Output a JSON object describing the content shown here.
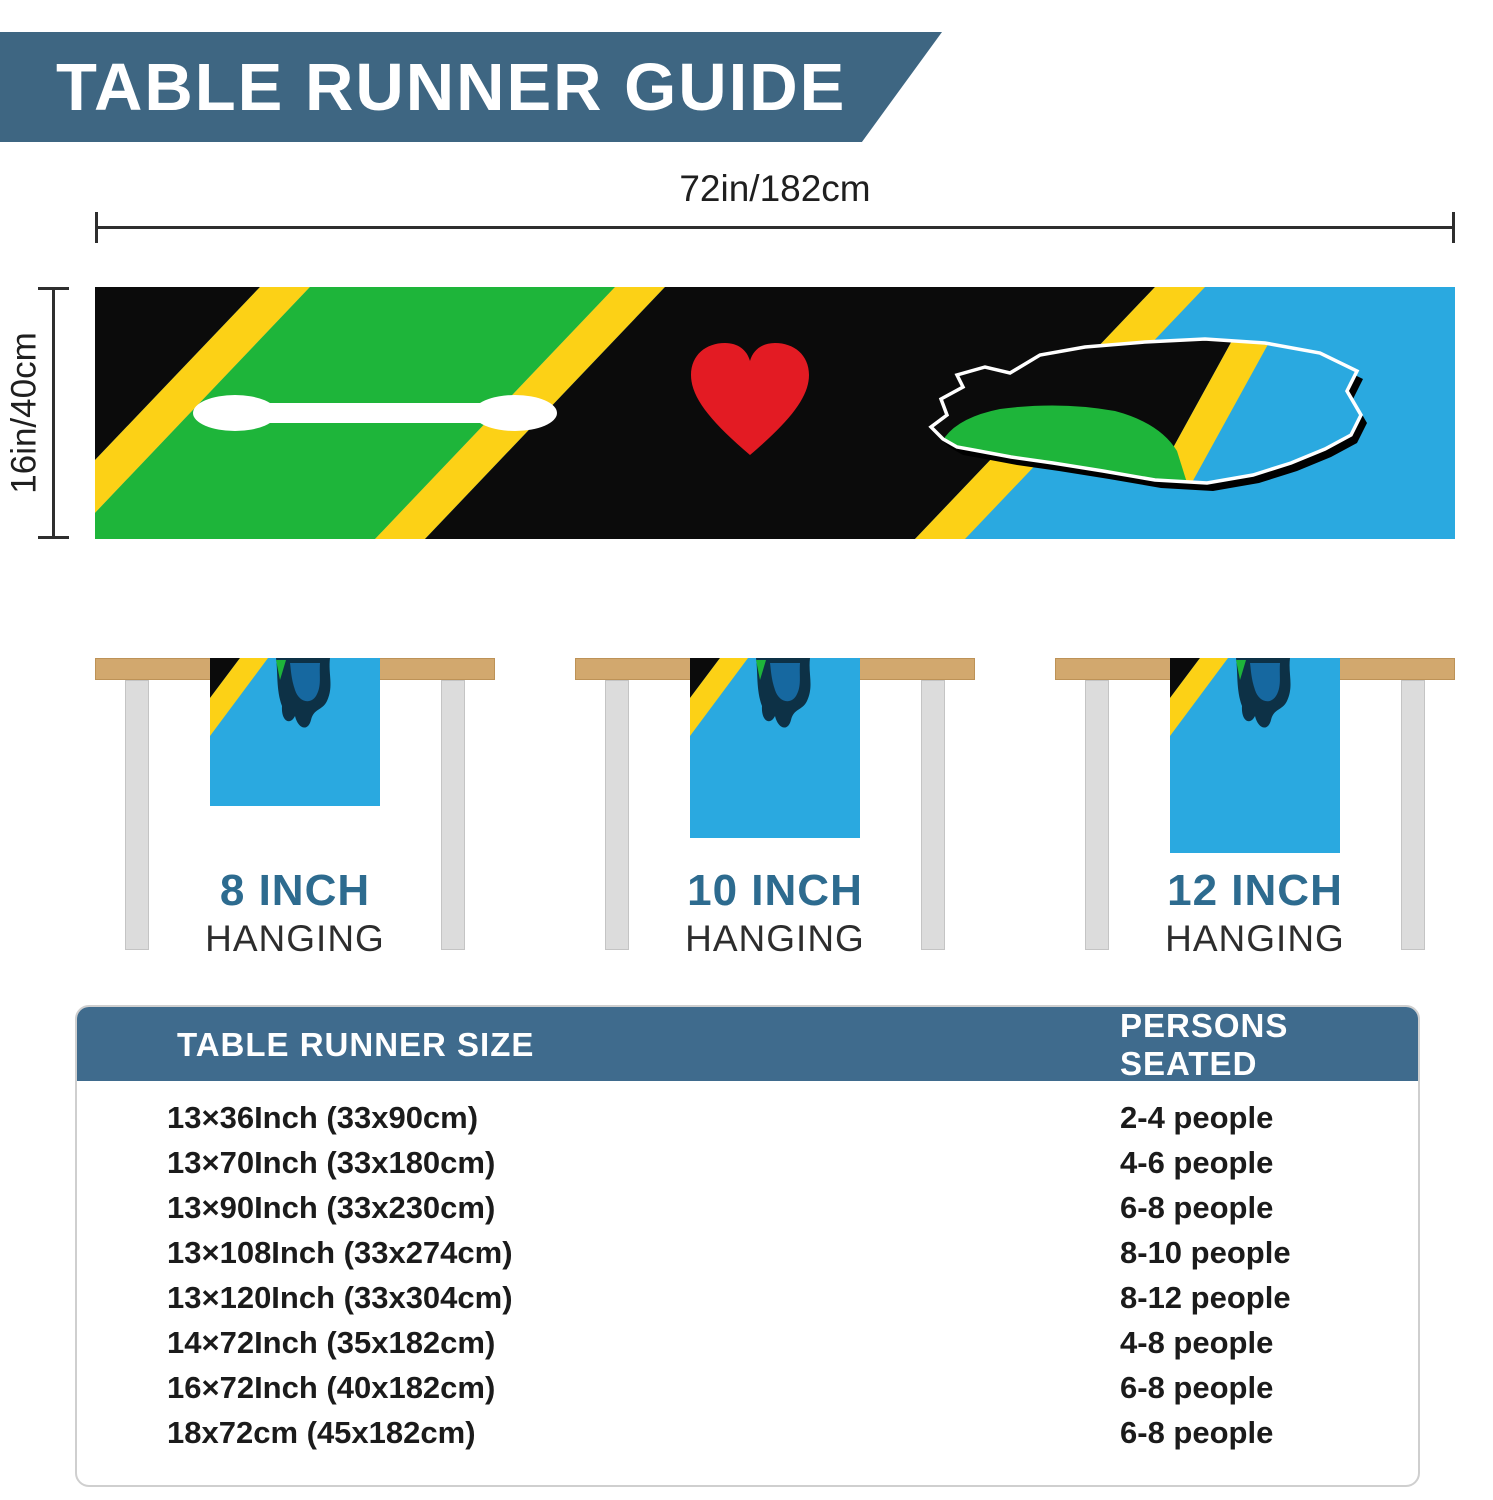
{
  "header": {
    "title": "TABLE RUNNER GUIDE"
  },
  "runner_diagram": {
    "width_label": "72in/182cm",
    "height_label": "16in/40cm",
    "flag_colors": {
      "green": "#1eb53a",
      "yellow": "#fcd116",
      "black": "#0b0b0b",
      "blue": "#2aa9e0",
      "heart_red": "#e31b23",
      "paddle_white": "#ffffff"
    }
  },
  "hanging_options": [
    {
      "size": "8 INCH",
      "label": "HANGING"
    },
    {
      "size": "10 INCH",
      "label": "HANGING"
    },
    {
      "size": "12 INCH",
      "label": "HANGING"
    }
  ],
  "size_table": {
    "headers": [
      "TABLE RUNNER SIZE",
      "PERSONS SEATED"
    ],
    "rows": [
      {
        "size": "13×36Inch (33x90cm)",
        "persons": "2-4 people"
      },
      {
        "size": "13×70Inch (33x180cm)",
        "persons": "4-6 people"
      },
      {
        "size": "13×90Inch (33x230cm)",
        "persons": "6-8 people"
      },
      {
        "size": "13×108Inch (33x274cm)",
        "persons": "8-10 people"
      },
      {
        "size": "13×120Inch (33x304cm)",
        "persons": "8-12 people"
      },
      {
        "size": "14×72Inch (35x182cm)",
        "persons": "4-8 people"
      },
      {
        "size": "16×72Inch (40x182cm)",
        "persons": "6-8 people"
      },
      {
        "size": "18x72cm (45x182cm)",
        "persons": "6-8 people"
      }
    ]
  },
  "colors": {
    "banner_blue": "#3e6682",
    "table_header_blue": "#3f6b8d",
    "hanging_size_blue": "#2d6b8f",
    "tabletop_tan": "#d2a86e",
    "leg_gray": "#dcdcdc",
    "measure_line": "#2e2e2e"
  }
}
